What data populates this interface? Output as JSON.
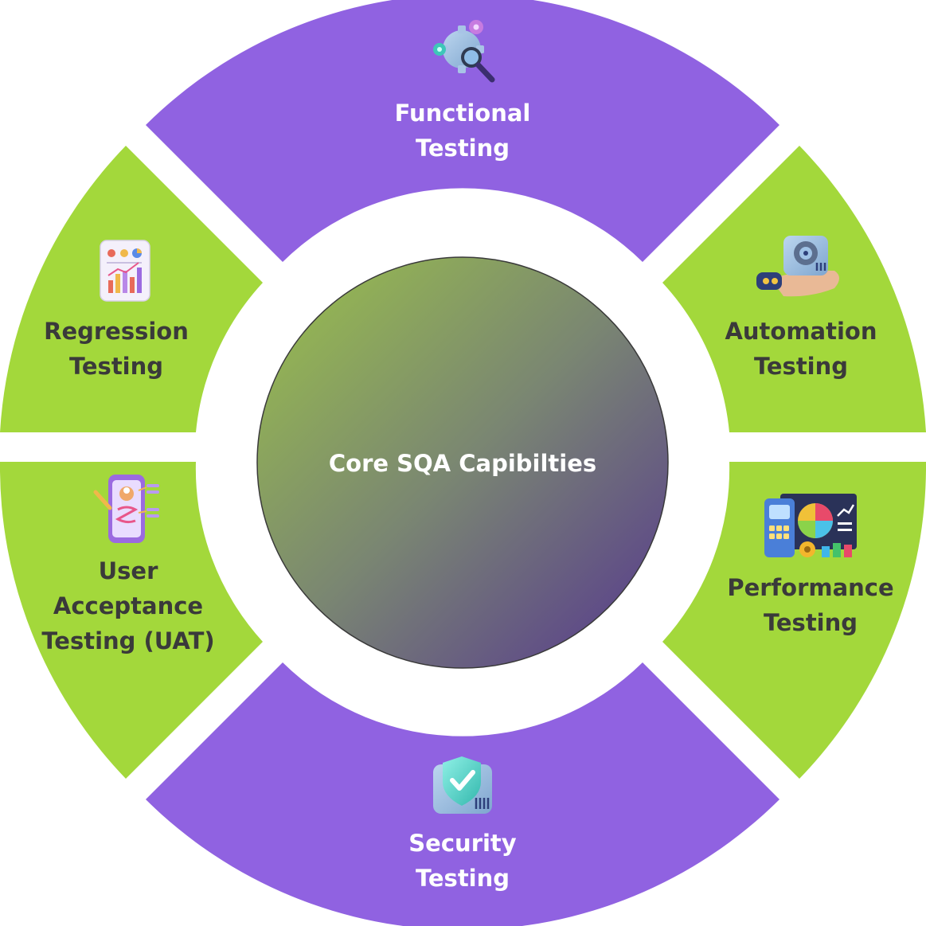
{
  "center": {
    "label": "Core SQA Capibilties"
  },
  "colors": {
    "purple": "#9062e1",
    "green": "#a3d83b",
    "center_gradient_start": "#9bc24a",
    "center_gradient_end": "#55368f",
    "label_dark": "#3a3a3a",
    "label_light": "#ffffff"
  },
  "segments": [
    {
      "id": "functional",
      "lines": [
        "Functional",
        "Testing"
      ],
      "icon": "gear-magnifier-icon",
      "color": "purple"
    },
    {
      "id": "automation",
      "lines": [
        "Automation",
        "Testing"
      ],
      "icon": "robot-hand-gear-icon",
      "color": "green"
    },
    {
      "id": "performance",
      "lines": [
        "Performance",
        "Testing"
      ],
      "icon": "dashboard-chart-icon",
      "color": "green"
    },
    {
      "id": "security",
      "lines": [
        "Security",
        "Testing"
      ],
      "icon": "shield-check-icon",
      "color": "purple"
    },
    {
      "id": "uat",
      "lines": [
        "User",
        "Acceptance",
        "Testing (UAT)"
      ],
      "icon": "mobile-app-icon",
      "color": "green"
    },
    {
      "id": "regression",
      "lines": [
        "Regression",
        "Testing"
      ],
      "icon": "bar-chart-report-icon",
      "color": "green"
    }
  ]
}
